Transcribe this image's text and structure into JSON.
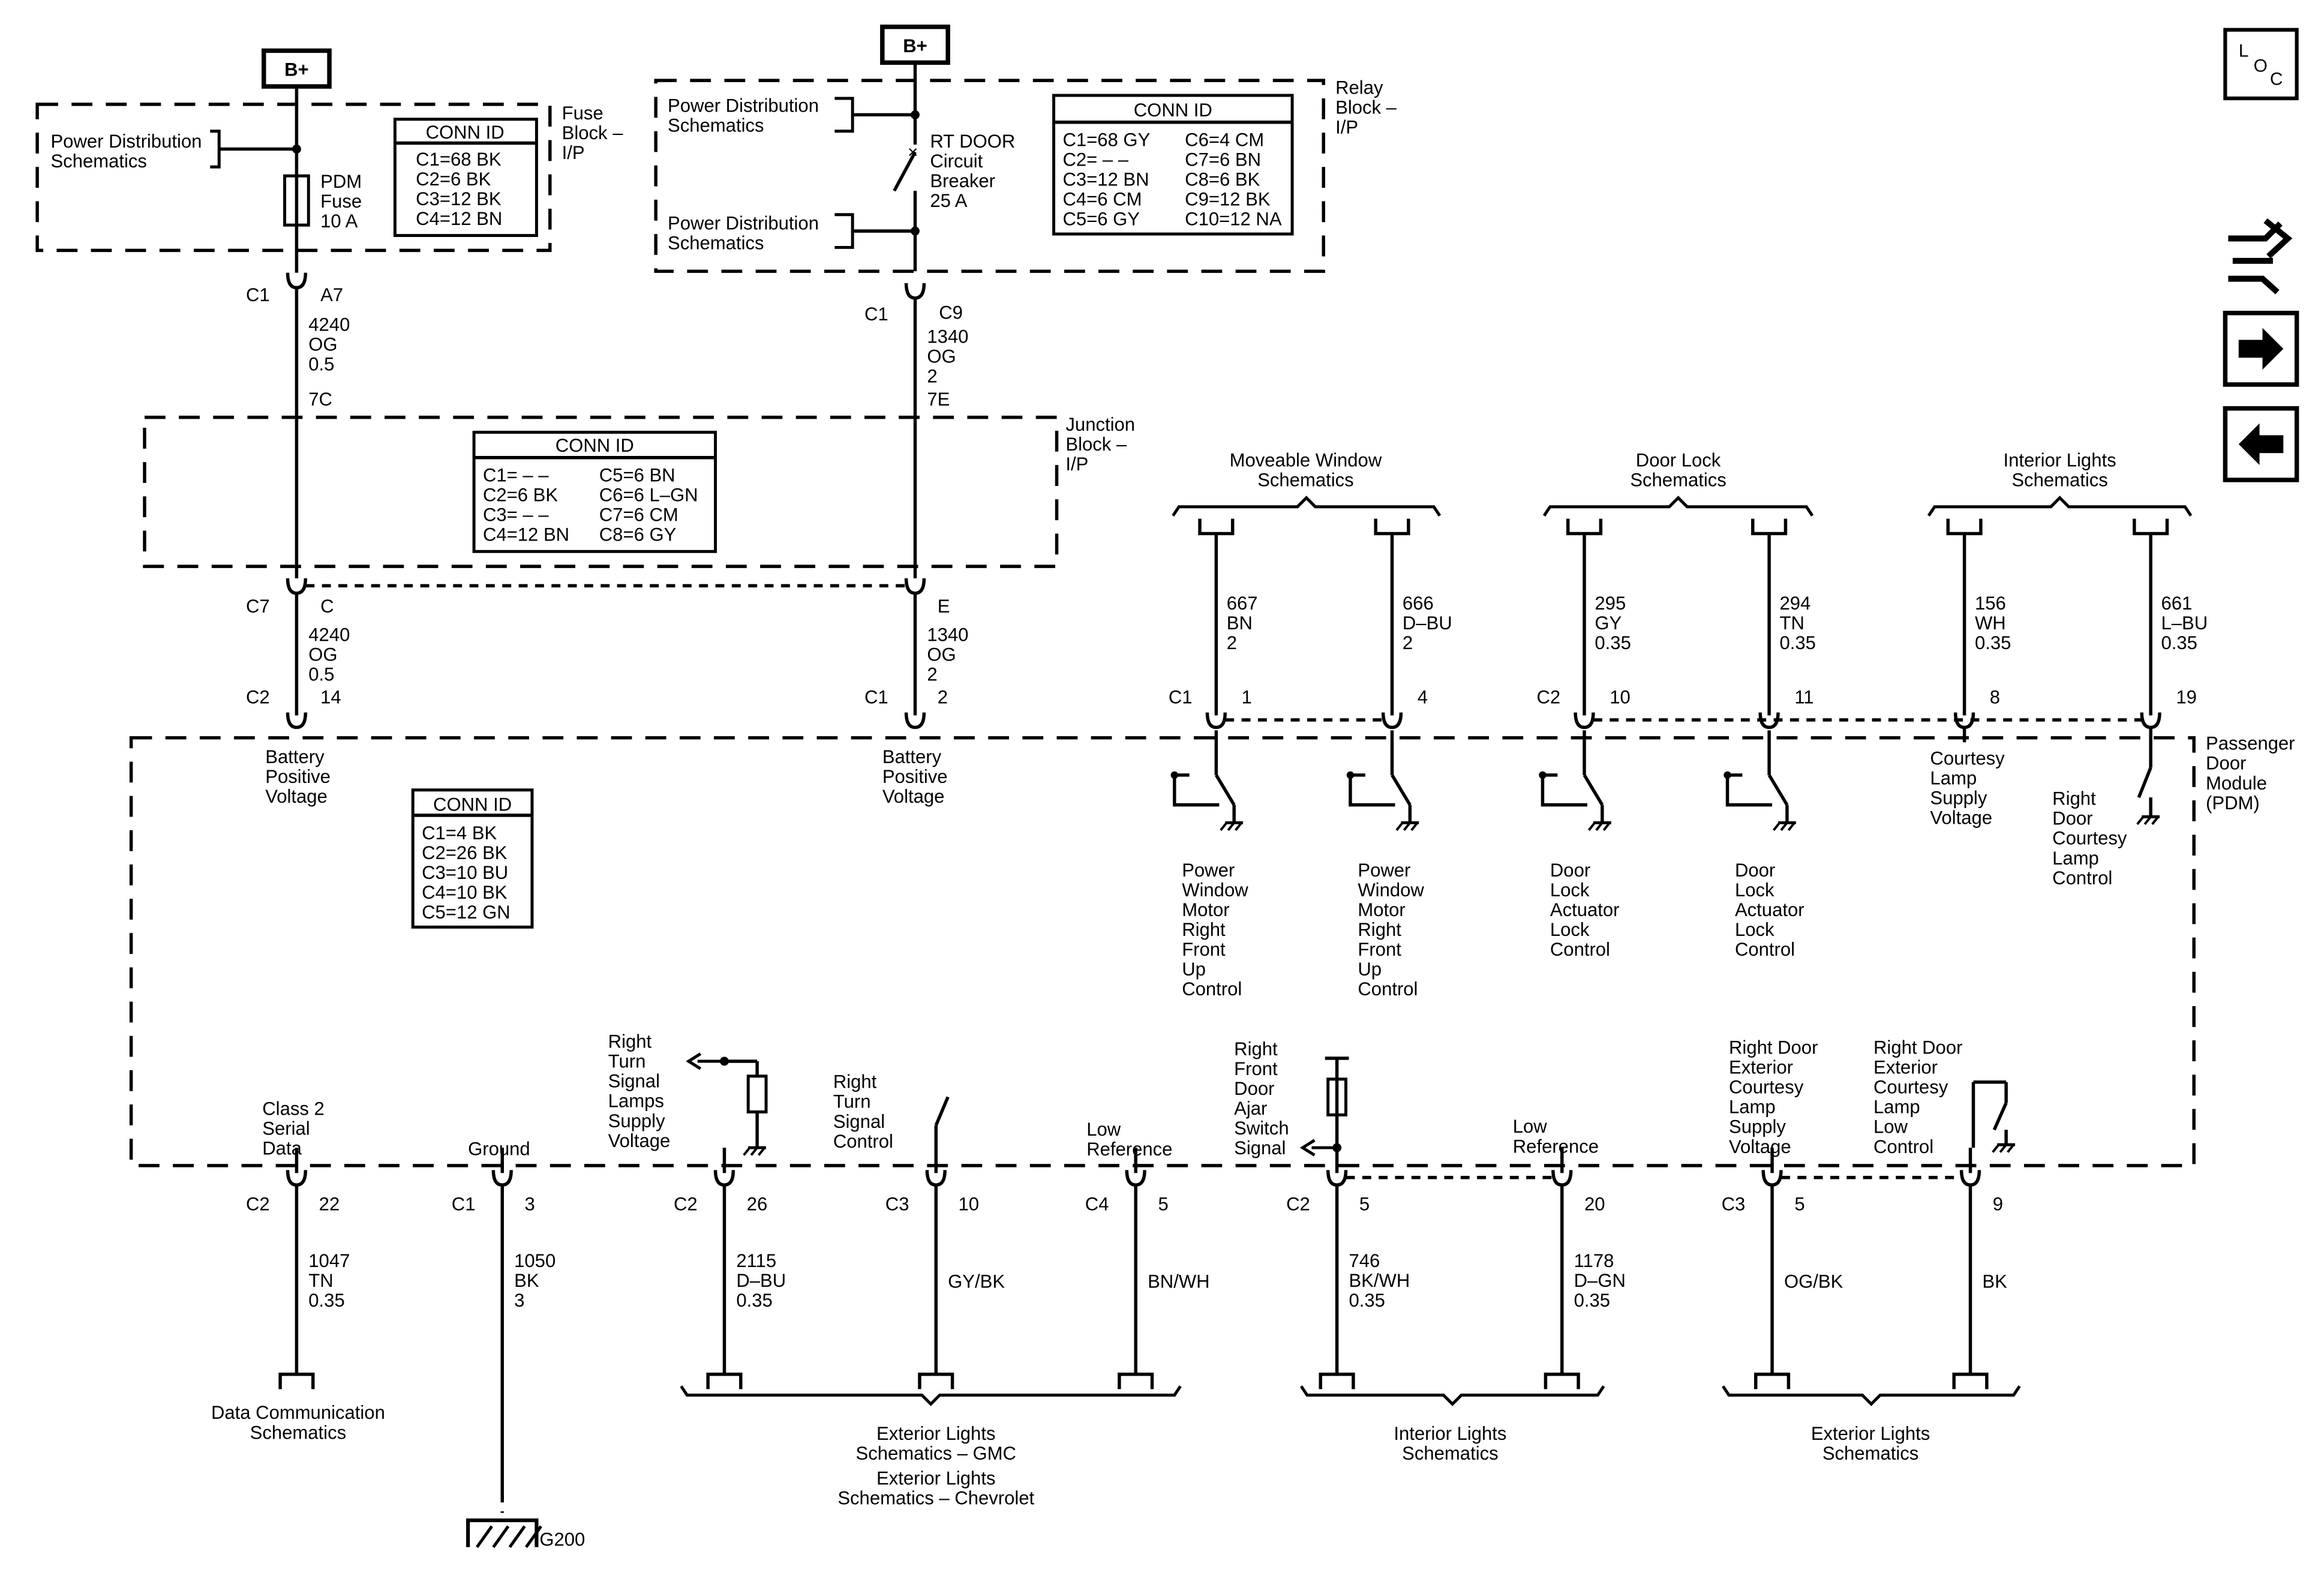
{
  "nav": {
    "loc_label": [
      "L",
      "O",
      "C"
    ]
  },
  "power": {
    "b_plus_left": "B+",
    "b_plus_right": "B+"
  },
  "fuse_block": {
    "name": [
      "Fuse",
      "Block –",
      "I/P"
    ],
    "pds_ref": [
      "Power Distribution",
      "Schematics"
    ],
    "fuse": [
      "PDM",
      "Fuse",
      "10 A"
    ],
    "conn_title": "CONN ID",
    "conn": [
      "C1=68 BK",
      "C2=6 BK",
      "C3=12 BK",
      "C4=12 BN"
    ]
  },
  "relay_block": {
    "name": [
      "Relay",
      "Block –",
      "I/P"
    ],
    "pds_ref_top": [
      "Power Distribution",
      "Schematics"
    ],
    "pds_ref_bottom": [
      "Power Distribution",
      "Schematics"
    ],
    "breaker": [
      "RT DOOR",
      "Circuit",
      "Breaker",
      "25 A"
    ],
    "conn_title": "CONN ID",
    "conn_left": [
      "C1=68 GY",
      "C2= – –",
      "C3=12 BN",
      "C4=6 CM",
      "C5=6 GY"
    ],
    "conn_right": [
      "C6=4 CM",
      "C7=6 BN",
      "C8=6 BK",
      "C9=12 BK",
      "C10=12 NA"
    ]
  },
  "junction_block": {
    "name": [
      "Junction",
      "Block –",
      "I/P"
    ],
    "conn_title": "CONN ID",
    "conn_left": [
      "C1= – –",
      "C2=6 BK",
      "C3= – –",
      "C4=12 BN"
    ],
    "conn_right": [
      "C5=6 BN",
      "C6=6 L–GN",
      "C7=6 CM",
      "C8=6 GY"
    ]
  },
  "wire_a": {
    "top_conn": "C1",
    "top_pin": "A7",
    "wire": [
      "4240",
      "OG",
      "0.5"
    ],
    "jb_pin": "7C",
    "jb_conn": "C7",
    "jb_out_pin": "C",
    "wire2": [
      "4240",
      "OG",
      "0.5"
    ],
    "pdm_conn": "C2",
    "pdm_pin": "14"
  },
  "wire_b": {
    "top_conn": "C1",
    "top_pin": "C9",
    "wire": [
      "1340",
      "OG",
      "2"
    ],
    "jb_pin": "7E",
    "jb_out_pin": "E",
    "wire2": [
      "1340",
      "OG",
      "2"
    ],
    "pdm_conn": "C1",
    "pdm_pin": "2"
  },
  "ref_headers": {
    "moveable_window": [
      "Moveable Window",
      "Schematics"
    ],
    "door_lock": [
      "Door Lock",
      "Schematics"
    ],
    "interior_lights": [
      "Interior Lights",
      "Schematics"
    ]
  },
  "top_wires": [
    {
      "circuit": [
        "667",
        "BN",
        "2"
      ],
      "conn": "C1",
      "pin": "1",
      "fn": [
        "Power",
        "Window",
        "Motor",
        "Right",
        "Front",
        "Up",
        "Control"
      ]
    },
    {
      "circuit": [
        "666",
        "D–BU",
        "2"
      ],
      "conn": "",
      "pin": "4",
      "fn": [
        "Power",
        "Window",
        "Motor",
        "Right",
        "Front",
        "Up",
        "Control"
      ]
    },
    {
      "circuit": [
        "295",
        "GY",
        "0.35"
      ],
      "conn": "C2",
      "pin": "10",
      "fn": [
        "Door",
        "Lock",
        "Actuator",
        "Lock",
        "Control"
      ]
    },
    {
      "circuit": [
        "294",
        "TN",
        "0.35"
      ],
      "conn": "",
      "pin": "11",
      "fn": [
        "Door",
        "Lock",
        "Actuator",
        "Lock",
        "Control"
      ]
    },
    {
      "circuit": [
        "156",
        "WH",
        "0.35"
      ],
      "conn": "",
      "pin": "8",
      "fn": [
        "Courtesy",
        "Lamp",
        "Supply",
        "Voltage"
      ]
    },
    {
      "circuit": [
        "661",
        "L–BU",
        "0.35"
      ],
      "conn": "",
      "pin": "19",
      "fn": [
        "Right",
        "Door",
        "Courtesy",
        "Lamp",
        "Control"
      ]
    }
  ],
  "pdm": {
    "name": [
      "Passenger",
      "Door",
      "Module",
      "(PDM)"
    ],
    "batt_left": [
      "Battery",
      "Positive",
      "Voltage"
    ],
    "batt_right": [
      "Battery",
      "Positive",
      "Voltage"
    ],
    "conn_title": "CONN ID",
    "conn": [
      "C1=4 BK",
      "C2=26 BK",
      "C3=10 BU",
      "C4=10 BK",
      "C5=12 GN"
    ]
  },
  "bottom_fns": {
    "class2": [
      "Class 2",
      "Serial",
      "Data"
    ],
    "ground": [
      "Ground"
    ],
    "rts_supply": [
      "Right",
      "Turn",
      "Signal",
      "Lamps",
      "Supply",
      "Voltage"
    ],
    "rts_control": [
      "Right",
      "Turn",
      "Signal",
      "Control"
    ],
    "low_ref_1": [
      "Low",
      "Reference"
    ],
    "ajar": [
      "Right",
      "Front",
      "Door",
      "Ajar",
      "Switch",
      "Signal"
    ],
    "low_ref_2": [
      "Low",
      "Reference"
    ],
    "ext_supply": [
      "Right Door",
      "Exterior",
      "Courtesy",
      "Lamp",
      "Supply",
      "Voltage"
    ],
    "ext_low": [
      "Right Door",
      "Exterior",
      "Courtesy",
      "Lamp",
      "Low",
      "Control"
    ]
  },
  "bottom_wires": [
    {
      "conn": "C2",
      "pin": "22",
      "circuit": [
        "1047",
        "TN",
        "0.35"
      ]
    },
    {
      "conn": "C1",
      "pin": "3",
      "circuit": [
        "1050",
        "BK",
        "3"
      ]
    },
    {
      "conn": "C2",
      "pin": "26",
      "circuit": [
        "2115",
        "D–BU",
        "0.35"
      ]
    },
    {
      "conn": "C3",
      "pin": "10",
      "circuit": [
        "GY/BK"
      ]
    },
    {
      "conn": "C4",
      "pin": "5",
      "circuit": [
        "BN/WH"
      ]
    },
    {
      "conn": "C2",
      "pin": "5",
      "circuit": [
        "746",
        "BK/WH",
        "0.35"
      ]
    },
    {
      "conn": "",
      "pin": "20",
      "circuit": [
        "1178",
        "D–GN",
        "0.35"
      ]
    },
    {
      "conn": "C3",
      "pin": "5",
      "circuit": [
        "OG/BK"
      ]
    },
    {
      "conn": "",
      "pin": "9",
      "circuit": [
        "BK"
      ]
    }
  ],
  "bottom_refs": {
    "data_comm": [
      "Data Communication",
      "Schematics"
    ],
    "ext_gmc": [
      "Exterior Lights",
      "Schematics – GMC"
    ],
    "ext_chevy": [
      "Exterior Lights",
      "Schematics – Chevrolet"
    ],
    "int_lights": [
      "Interior Lights",
      "Schematics"
    ],
    "ext_lights": [
      "Exterior Lights",
      "Schematics"
    ],
    "ground_label": "G200"
  }
}
